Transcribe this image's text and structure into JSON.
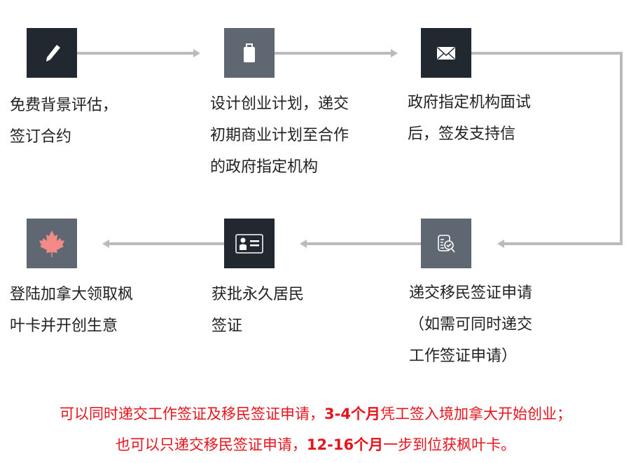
{
  "steps": [
    {
      "icon": "pencil-icon",
      "lines": [
        "免费背景评估，",
        "签订合约"
      ]
    },
    {
      "icon": "clipboard-icon",
      "lines": [
        "设计创业计划，递交",
        "初期商业计划至合作",
        "的政府指定机构"
      ]
    },
    {
      "icon": "envelope-icon",
      "lines": [
        "政府指定机构面试",
        "后，签发支持信"
      ]
    },
    {
      "icon": "document-search-icon",
      "lines": [
        "递交移民签证申请",
        "（如需可同时递交",
        "工作签证申请）"
      ]
    },
    {
      "icon": "id-card-icon",
      "lines": [
        "获批永久居民",
        "签证"
      ]
    },
    {
      "icon": "maple-leaf-icon",
      "lines": [
        "登陆加拿大领取枫",
        "叶卡并开创生意"
      ]
    }
  ],
  "note": {
    "line1_a": "可以同时递交工作签证及移民签证申请，",
    "line1_b": "3-4个月",
    "line1_c": "凭工签入境加拿大开始创业；",
    "line2_a": "也可以只递交移民签证申请，",
    "line2_b": "12-16个月",
    "line2_c": "一步到位获枫叶卡。"
  },
  "colors": {
    "dark": "#212830",
    "gray": "#5f6872",
    "arrow": "#bbbbbb",
    "note": "#e8141b",
    "maple": "#f28b85"
  }
}
